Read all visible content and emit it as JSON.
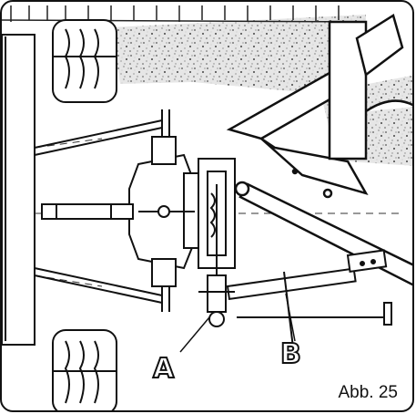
{
  "figure": {
    "label_a": "A",
    "label_b": "B",
    "caption": "Abb. 25"
  }
}
